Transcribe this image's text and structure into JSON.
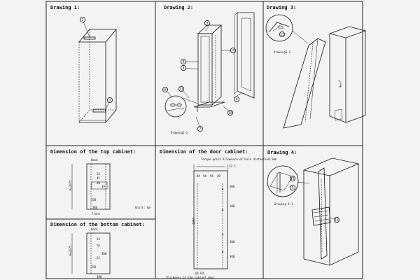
{
  "panels": {
    "drawing_1": "Drawing 1:",
    "drawing_2": "Drawing 2:",
    "drawing_3": "Drawing 3:",
    "top_cabinet": "Dimension of the top cabinet:",
    "door_cabinet": "Dimension of the door cabinet:",
    "drawing_4": "Drawing 4:",
    "bottom_cabinet": "Dimension of the bottom cabinet:"
  },
  "labels": {
    "drawing_2_1": "Drawing2-1",
    "drawing_3_1": "drawing3-1",
    "drawing_4_1": "Drawing 4-1",
    "back_top": "Back",
    "front_top": "Front",
    "back_bottom": "Back",
    "torque_point": "Torque point",
    "tolerance": "Allowance of hole distance+0.5mm",
    "door_thickness": "Thickness of the cabinet door"
  },
  "callouts": {
    "c2": "2",
    "c3": "3",
    "c4": "4",
    "c5": "5",
    "c6": "6",
    "c7": "7",
    "c8": "8",
    "c9": "9",
    "c10": "10",
    "c11": "11",
    "c12": "12",
    "c13": "13",
    "c14": "14"
  },
  "dims": {
    "top": {
      "height": "H=2075",
      "d24": "24",
      "d45": "45",
      "d38": "38",
      "d19": "19",
      "d158": "158",
      "d388": "388",
      "note": "Units: mm"
    },
    "bottom": {
      "height": "H=2075",
      "d24": "24",
      "d16": "16",
      "d388": "388",
      "d22": "22",
      "d158": "158",
      "d388b": "388"
    },
    "door": {
      "d49": "49",
      "d94a": "94",
      "d94b": "94",
      "d49b": "49",
      "top": "22.5",
      "d300a": "300",
      "d300b": "300",
      "d300c": "300",
      "d300d": "300",
      "height": "1984",
      "bottom": "64 64"
    }
  }
}
